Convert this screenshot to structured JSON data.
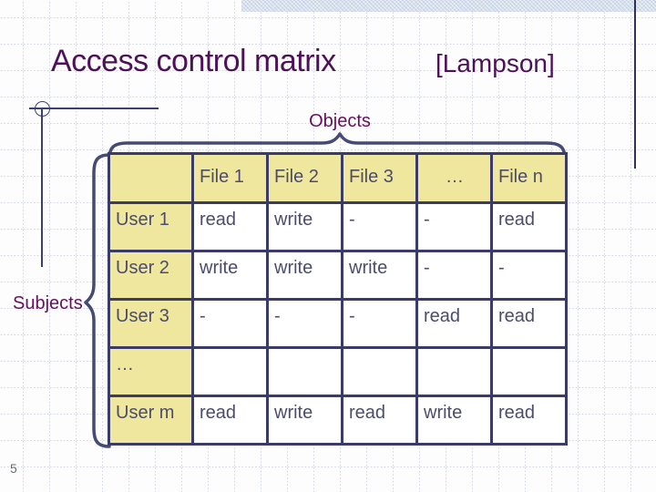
{
  "slide": {
    "title": "Access control matrix",
    "citation": "[Lampson]",
    "objects_label": "Objects",
    "subjects_label": "Subjects",
    "page_number": "5"
  },
  "table": {
    "headers": [
      "",
      "File 1",
      "File 2",
      "File 3",
      "…",
      "File n"
    ],
    "rows": [
      {
        "label": "User 1",
        "cells": [
          "read",
          "write",
          "-",
          "-",
          "read"
        ]
      },
      {
        "label": "User 2",
        "cells": [
          "write",
          "write",
          "write",
          "-",
          "-"
        ]
      },
      {
        "label": "User 3",
        "cells": [
          "-",
          "-",
          "-",
          "read",
          "read"
        ]
      },
      {
        "label": "…",
        "cells": [
          "",
          "",
          "",
          "",
          ""
        ]
      },
      {
        "label": "User m",
        "cells": [
          "read",
          "write",
          "read",
          "write",
          "read"
        ]
      }
    ]
  },
  "colors": {
    "title_purple": "#4e1059",
    "label_purple": "#66105e",
    "table_border_navy": "#3a3b69",
    "cell_text_slate": "#4b4c6e",
    "header_fill_tan": "#f0e79f",
    "accent_bar_blue": "#c9d4e4",
    "accent_line_navy": "#2e3061",
    "grid_line": "#c7cddf"
  }
}
